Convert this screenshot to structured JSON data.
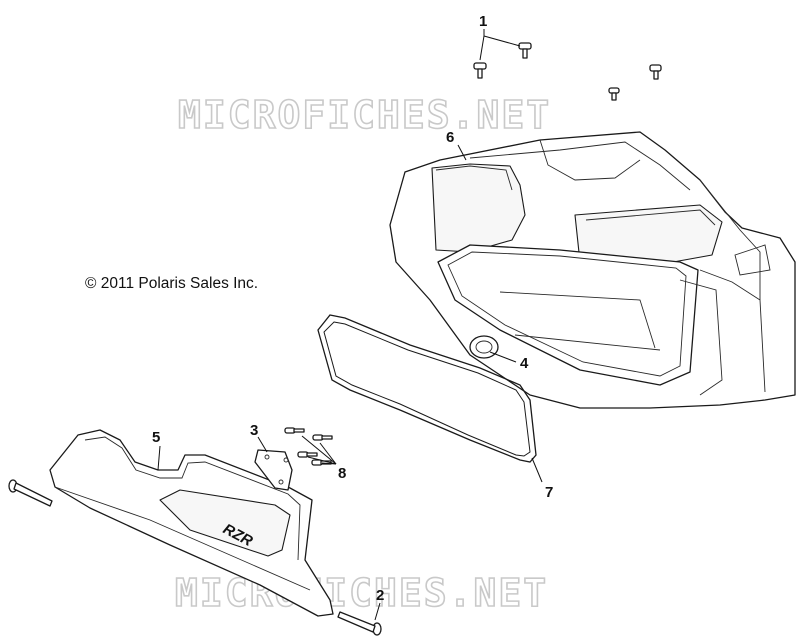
{
  "copyright": "© 2011 Polaris Sales Inc.",
  "watermark": "MICROFICHES.NET",
  "badge_text": "RZR",
  "callouts": {
    "c1": "1",
    "c2": "2",
    "c3": "3",
    "c4": "4",
    "c5": "5",
    "c6": "6",
    "c7": "7",
    "c8": "8"
  }
}
